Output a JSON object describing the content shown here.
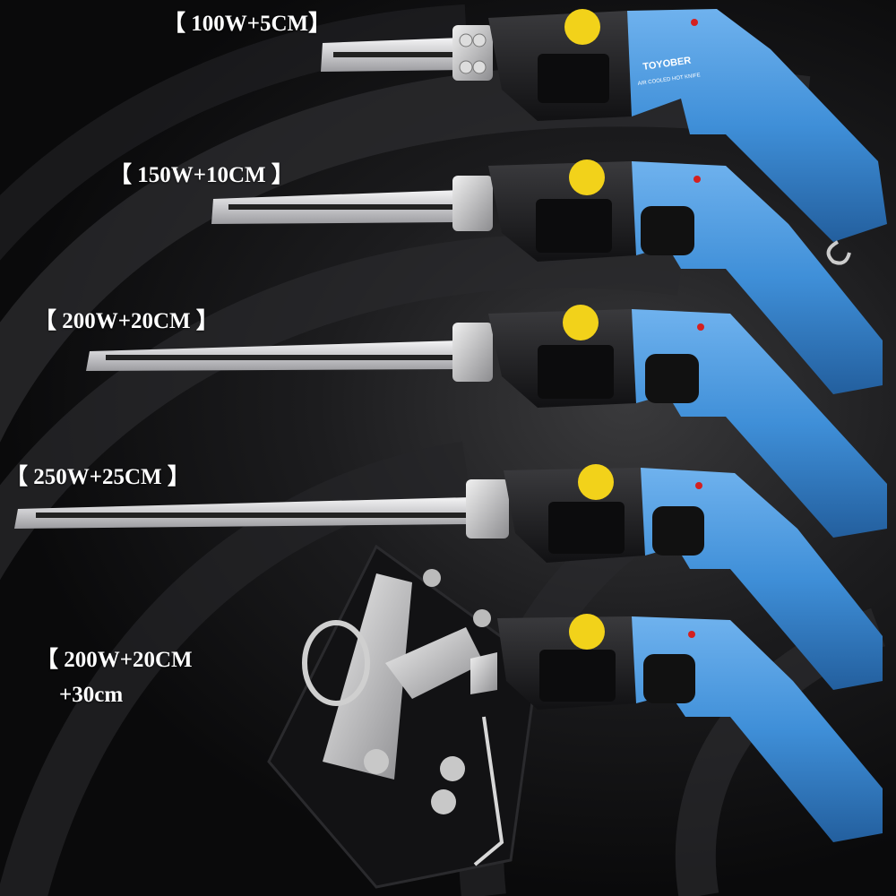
{
  "variants": [
    {
      "label": "【 100W+5CM】"
    },
    {
      "label": "【 150W+10CM 】"
    },
    {
      "label": "【 200W+20CM 】"
    },
    {
      "label": "【 250W+25CM 】"
    },
    {
      "label": "【 200W+20CM",
      "sublabel": "+30cm"
    }
  ],
  "brand": {
    "name": "TOYOBER",
    "tagline": "AIR COOLED HOT KNIFE"
  },
  "colors": {
    "body_blue": "#3f8fd8",
    "body_dark": "#1a1a1c",
    "blade": "#d8d8da",
    "warning_label": "#f2d21a",
    "indicator": "#d42020"
  }
}
